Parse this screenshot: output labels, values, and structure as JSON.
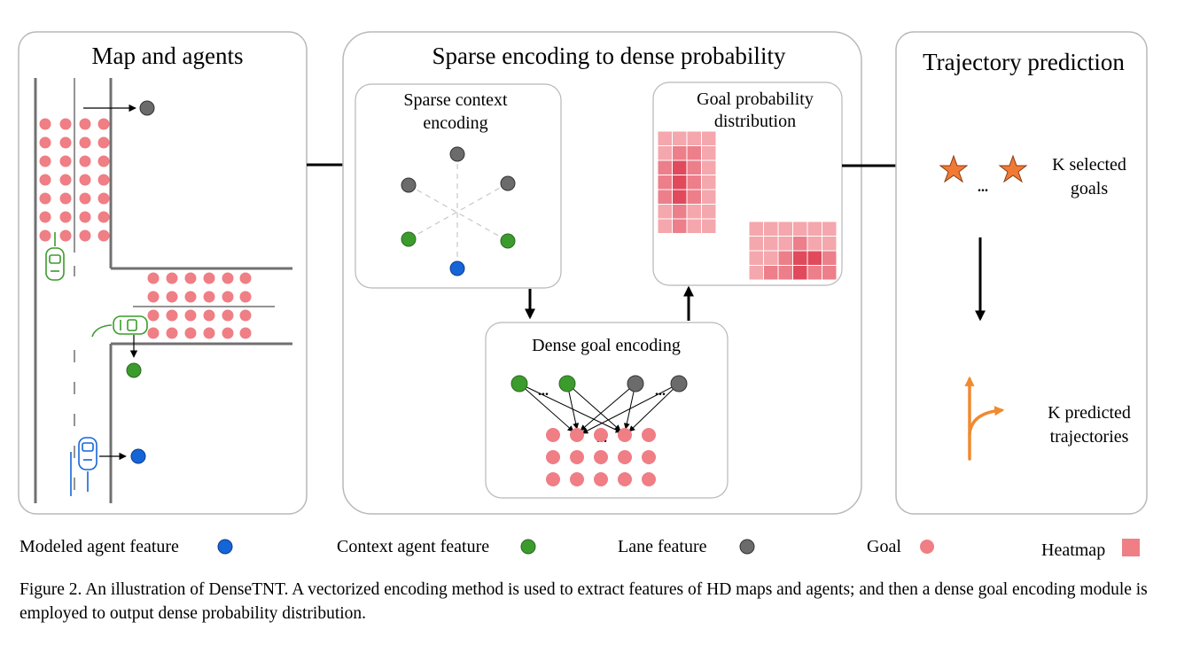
{
  "panels": {
    "map": {
      "title": "Map and agents"
    },
    "sparse": {
      "title": "Sparse encoding to dense probability",
      "context_box": {
        "line1": "Sparse context",
        "line2": "encoding"
      },
      "goal_prob_box": {
        "line1": "Goal probability",
        "line2": "distribution"
      },
      "dense_box": {
        "title": "Dense goal encoding",
        "ellipsis": "..."
      }
    },
    "trajectory": {
      "title": "Trajectory prediction",
      "selected": {
        "line1": "K selected",
        "line2": "goals",
        "ellipsis": "..."
      },
      "predicted": {
        "line1": "K predicted",
        "line2": "trajectories"
      }
    }
  },
  "legend": [
    {
      "label": "Modeled agent feature",
      "color": "#1565d8"
    },
    {
      "label": "Context agent feature",
      "color": "#3c9b2d"
    },
    {
      "label": "Lane feature",
      "color": "#6b6b6b"
    },
    {
      "label": "Goal",
      "color": "#ef7e85"
    },
    {
      "label": "Heatmap",
      "color": "#ef7e85"
    }
  ],
  "colors": {
    "modeled_agent": "#1565d8",
    "context_agent": "#3c9b2d",
    "lane": "#6b6b6b",
    "goal": "#ef7e85",
    "heatmap_light": "#f4a7ad",
    "heatmap_mid": "#ec7f8a",
    "heatmap_dark": "#e04a5c",
    "trajectory": "#f08a30",
    "star": "#f07a34"
  },
  "caption": "Figure 2.  An illustration of DenseTNT. A vectorized encoding method is used to extract features of HD maps and agents; and then a dense goal encoding module is employed to output dense probability distribution."
}
